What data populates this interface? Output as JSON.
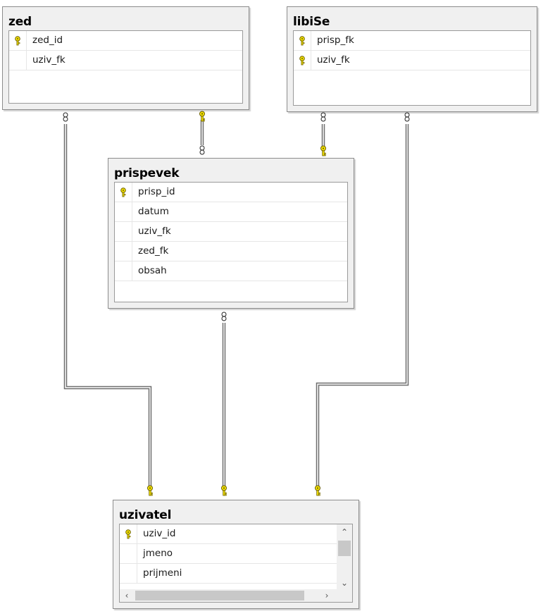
{
  "tables": {
    "zed": {
      "title": "zed",
      "columns": [
        {
          "name": "zed_id",
          "key": true
        },
        {
          "name": "uziv_fk",
          "key": false
        }
      ]
    },
    "libise": {
      "title": "libiSe",
      "columns": [
        {
          "name": "prisp_fk",
          "key": true
        },
        {
          "name": "uziv_fk",
          "key": true
        }
      ]
    },
    "prispevek": {
      "title": "prispevek",
      "columns": [
        {
          "name": "prisp_id",
          "key": true
        },
        {
          "name": "datum",
          "key": false
        },
        {
          "name": "uziv_fk",
          "key": false
        },
        {
          "name": "zed_fk",
          "key": false
        },
        {
          "name": "obsah",
          "key": false
        }
      ]
    },
    "uzivatel": {
      "title": "uzivatel",
      "columns": [
        {
          "name": "uziv_id",
          "key": true
        },
        {
          "name": "jmeno",
          "key": false
        },
        {
          "name": "prijmeni",
          "key": false
        }
      ]
    }
  },
  "relationships": [
    {
      "from": "zed",
      "to": "uzivatel",
      "from_end": "many",
      "to_end": "one"
    },
    {
      "from": "zed",
      "to": "prispevek",
      "from_end": "one",
      "to_end": "many"
    },
    {
      "from": "libise",
      "to": "prispevek",
      "from_end": "many",
      "to_end": "one"
    },
    {
      "from": "libise",
      "to": "uzivatel",
      "from_end": "many",
      "to_end": "one"
    },
    {
      "from": "prispevek",
      "to": "uzivatel",
      "from_end": "many",
      "to_end": "one"
    }
  ],
  "colors": {
    "key": "#f5e400",
    "key_outline": "#6b5e00",
    "connector": "#6e6e6e"
  },
  "icons": {
    "primary_key": "key-icon",
    "relation_many": "infinity-icon",
    "relation_one": "key-icon"
  }
}
